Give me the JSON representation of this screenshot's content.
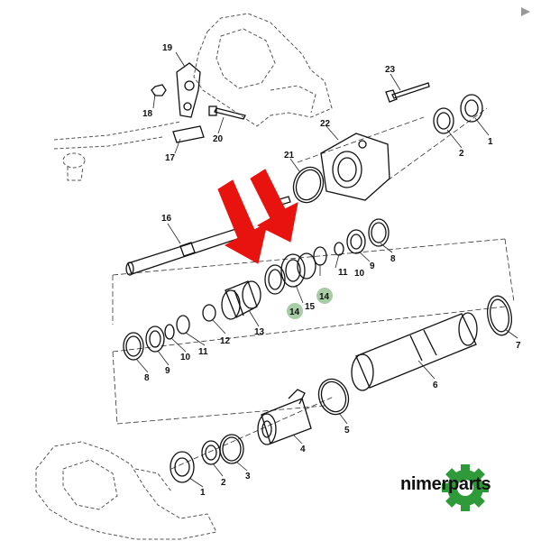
{
  "callouts": [
    {
      "id": "p1a",
      "text": "1"
    },
    {
      "id": "p2a",
      "text": "2"
    },
    {
      "id": "p23",
      "text": "23"
    },
    {
      "id": "p22",
      "text": "22"
    },
    {
      "id": "p21",
      "text": "21"
    },
    {
      "id": "p19",
      "text": "19"
    },
    {
      "id": "p18",
      "text": "18"
    },
    {
      "id": "p20",
      "text": "20"
    },
    {
      "id": "p17",
      "text": "17"
    },
    {
      "id": "p16",
      "text": "16"
    },
    {
      "id": "p8a",
      "text": "8"
    },
    {
      "id": "p9a",
      "text": "9"
    },
    {
      "id": "p10a",
      "text": "10"
    },
    {
      "id": "p11a",
      "text": "11"
    },
    {
      "id": "p15",
      "text": "15"
    },
    {
      "id": "p14a",
      "text": "14"
    },
    {
      "id": "p14b",
      "text": "14"
    },
    {
      "id": "p13",
      "text": "13"
    },
    {
      "id": "p12",
      "text": "12"
    },
    {
      "id": "p11b",
      "text": "11"
    },
    {
      "id": "p10b",
      "text": "10"
    },
    {
      "id": "p9b",
      "text": "9"
    },
    {
      "id": "p8b",
      "text": "8"
    },
    {
      "id": "p7",
      "text": "7"
    },
    {
      "id": "p6",
      "text": "6"
    },
    {
      "id": "p5",
      "text": "5"
    },
    {
      "id": "p4",
      "text": "4"
    },
    {
      "id": "p3",
      "text": "3"
    },
    {
      "id": "p2b",
      "text": "2"
    },
    {
      "id": "p1b",
      "text": "1"
    }
  ],
  "colors": {
    "arrow": "#e8130f",
    "highlight": "#9fc79b",
    "logo_green": "#2e9a3a",
    "line": "#111111"
  },
  "brand": {
    "text": "nimerparts",
    "icon": "gear-logo-icon"
  }
}
